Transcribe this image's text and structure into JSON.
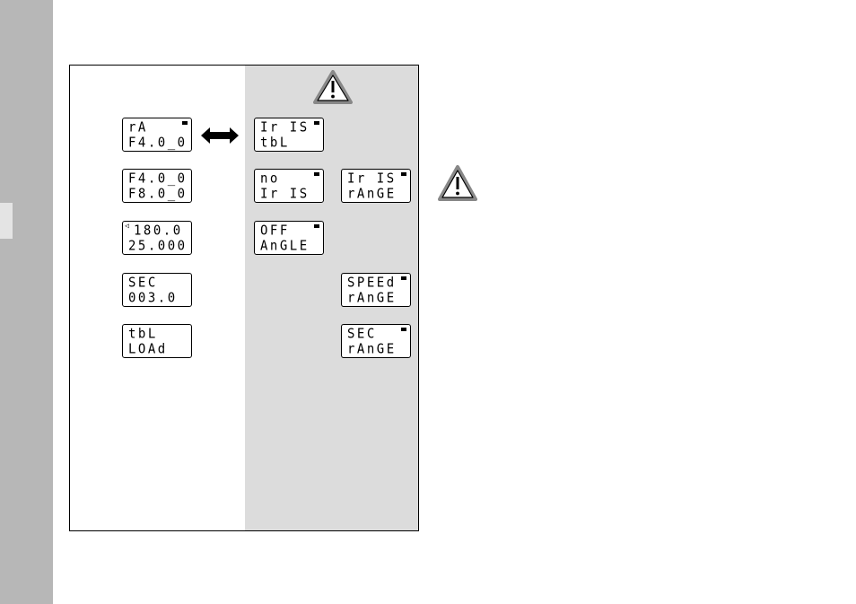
{
  "icons": {
    "double_arrow": "double-headed-arrow-icon",
    "warning": "warning-triangle-icon"
  },
  "colors": {
    "side_strip": "#b7b7b7",
    "warning_panel": "#dcdcdc"
  },
  "displays": {
    "ra": {
      "line1": "rA",
      "line2": "F4.0_0"
    },
    "f_range": {
      "line1": "F4.0_0",
      "line2": "F8.0_0"
    },
    "angle": {
      "marker": "◁",
      "line1": "180.0",
      "line2": "25.000"
    },
    "sec": {
      "line1": "SEC",
      "line2": "003.0"
    },
    "tbl_load": {
      "line1": "tbL",
      "line2": "LOAd"
    },
    "iris_tbl": {
      "line1": "Ir IS",
      "line2": "tbL"
    },
    "no_iris": {
      "line1": "no",
      "line2": "Ir IS"
    },
    "iris_range": {
      "line1": "Ir IS",
      "line2": "rAnGE"
    },
    "off_angle": {
      "line1": "OFF",
      "line2": "AnGLE"
    },
    "speed_range": {
      "line1": "SPEEd",
      "line2": "rAnGE"
    },
    "sec_range": {
      "line1": "SEC",
      "line2": "rAnGE"
    }
  }
}
